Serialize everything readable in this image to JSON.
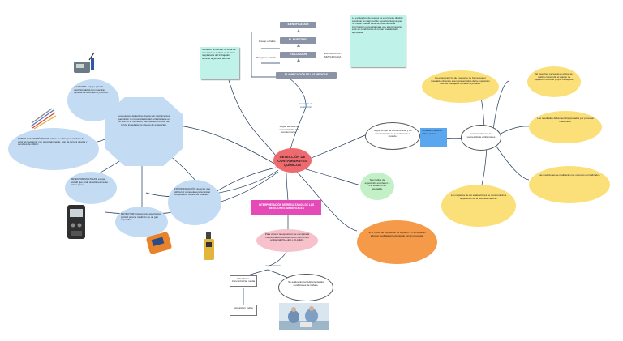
{
  "center": {
    "title": "DETECCIÓN DE CONTAMINANTES QUÍMICOS"
  },
  "flow": {
    "steps": [
      "IDENTIFICACIÓN",
      "EL MUESTREO",
      "EVALUACIÓN",
      "PLANIFICACIÓN DE LAS MEDIDAS PREVENTIVAS"
    ],
    "side_labels": [
      "Riesgo evitable",
      "Riesgo no evitable"
    ],
    "right_label": "VALORACIÓN / SIMPLIFICADA"
  },
  "nodes": {
    "concept_small": "Concepto de evaluación",
    "concept_label": "Según se mide la concentración del contaminante",
    "interpretacion": "INTERPRETACIÓN DE RESULTADOS DE LAS MEDICIONES AMBIENTALES",
    "hex_main": "Los equipos de lectura directa son instrumentos que miden la concentración del contaminante en el aire en el momento, permitiendo conocer de forma inmediata los niveles de exposición.",
    "ph_meter": "pH METER: Equipo para la medición del pH en muestras líquidas de laboratorio y campo.",
    "tubes": "TUBOS COLORIMÉTRICOS: tubos de vidrio que cambian de color al reaccionar con el contaminante. Son de lectura directa y sencillos de utilizar.",
    "detector_multi": "DETECTOR MULTIGAS: equipo portátil que mide simultáneamente varios gases.",
    "detector_single": "DETECTOR: instrumento electrónico portátil para la medición de un gas específico.",
    "pid": "FOTOIONIZACIÓN: detector que utiliza luz ultravioleta para ionizar compuestos orgánicos volátiles.",
    "note_top_left": "Medición ambiental: la toma de muestras se realiza en la zona respiratoria del trabajador durante la jornada laboral.",
    "note_flow": "La evaluación de riesgos es el proceso dirigido a estimar la magnitud de aquellos riesgos que no hayan podido evitarse, obteniendo la información necesaria para que el empresario esté en condiciones de tomar una decisión apropiada.",
    "cloud_left": "Según el tipo de contaminante y su concentración se seleccionará el método.",
    "blue_box": "Toma de muestras: activa, pasiva",
    "cloud_right": "Comparación con los valores límite ambientales",
    "green_circle": "Si el índice de exposición es inferior a 1 la situación es aceptable.",
    "orange_circle": "Si el índice de exposición es superior a 1 se deberán adoptar medidas correctoras de forma inmediata.",
    "pink_text": "Para valorar la exposición se compara la concentración medida con el valor límite ambiental (VLA-ED o VLA-EC).",
    "conclusion": "Concentración",
    "box_a": "Valor límite: Concentración media",
    "box_b": "Exposición: Índice",
    "cloud_bottom": "Se evaluarán periódicamente las condiciones de trabajo.",
    "yellow_1": "La exposición ha de evaluarse de forma que el resultado obtenido sea representativo de la exposición real del trabajador durante la jornada.",
    "yellow_2": "El muestreo personal es el que se realiza colocando el equipo de captación sobre el propio trabajador.",
    "yellow_3": "Los resultados deben ser interpretados por personal cualificado.",
    "yellow_4": "Las mediciones se realizarán con métodos normalizados.",
    "yellow_5": "Los registros de las evaluaciones se conservarán a disposición de la autoridad laboral."
  },
  "colors": {
    "center": "#ee6a6e",
    "hex": "#c3dcf3",
    "yellow": "#fbe07a",
    "teal_note": "#bff3ea",
    "pink": "#e64ab7",
    "orange": "#f49a48",
    "green": "#c3f0c6",
    "blue_box": "#5aa7f0",
    "flow_box": "#8a94a6",
    "line": "#1f3a5c"
  }
}
